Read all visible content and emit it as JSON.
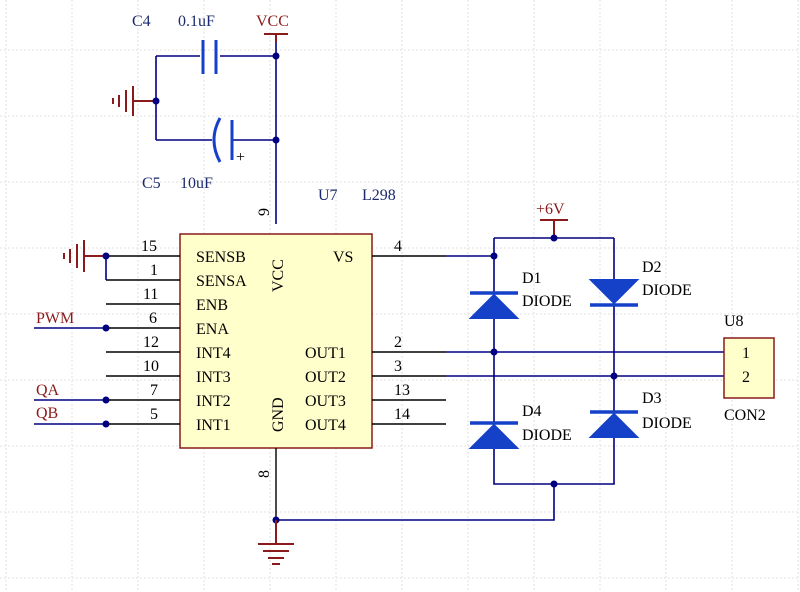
{
  "capacitors": {
    "c4": {
      "ref": "C4",
      "value": "0.1uF"
    },
    "c5": {
      "ref": "C5",
      "value": "10uF",
      "polarity": "+"
    }
  },
  "power": {
    "vcc": "VCC",
    "v6": "+6V"
  },
  "ic": {
    "ref": "U7",
    "part": "L298",
    "pins_left": [
      {
        "num": "15",
        "name": "SENSB"
      },
      {
        "num": "1",
        "name": "SENSA"
      },
      {
        "num": "11",
        "name": "ENB"
      },
      {
        "num": "6",
        "name": "ENA"
      },
      {
        "num": "12",
        "name": "INT4"
      },
      {
        "num": "10",
        "name": "INT3"
      },
      {
        "num": "7",
        "name": "INT2"
      },
      {
        "num": "5",
        "name": "INT1"
      }
    ],
    "pins_right": [
      {
        "num": "4",
        "name": "VS"
      },
      {
        "num": "2",
        "name": "OUT1"
      },
      {
        "num": "3",
        "name": "OUT2"
      },
      {
        "num": "13",
        "name": "OUT3"
      },
      {
        "num": "14",
        "name": "OUT4"
      }
    ],
    "vcc_pin": {
      "num": "9",
      "name": "VCC"
    },
    "gnd_pin": {
      "num": "8",
      "name": "GND"
    }
  },
  "nets": {
    "pwm": "PWM",
    "qa": "QA",
    "qb": "QB"
  },
  "diodes": [
    {
      "ref": "D1",
      "value": "DIODE"
    },
    {
      "ref": "D2",
      "value": "DIODE"
    },
    {
      "ref": "D3",
      "value": "DIODE"
    },
    {
      "ref": "D4",
      "value": "DIODE"
    }
  ],
  "connector": {
    "ref": "U8",
    "part": "CON2",
    "pins": [
      "1",
      "2"
    ]
  },
  "colors": {
    "wire": "#000080",
    "ic_fill": "#ffffcc",
    "diode": "#1540c8",
    "net_label": "#8b1a1a",
    "text": "#1a2a6c"
  }
}
